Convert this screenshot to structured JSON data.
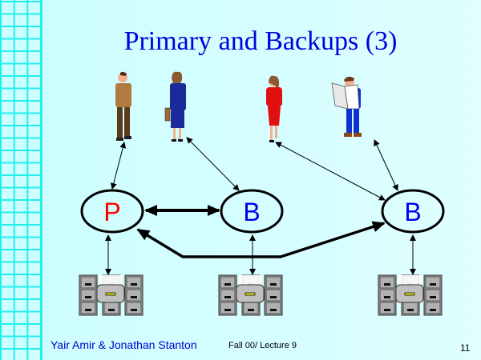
{
  "slide": {
    "title": "Primary and Backups (3)",
    "page_number": "11"
  },
  "footer": {
    "authors": "Yair Amir & Jonathan Stanton",
    "lecture": "Fall 00/ Lecture 9"
  },
  "nodes": [
    {
      "id": "primary",
      "label": "P",
      "role": "primary",
      "color": "#ff0000"
    },
    {
      "id": "backup-1",
      "label": "B",
      "role": "backup",
      "color": "#0000ee"
    },
    {
      "id": "backup-2",
      "label": "B",
      "role": "backup",
      "color": "#0000ee"
    }
  ],
  "clients": [
    {
      "id": "client-man-brown-suit",
      "connects_to": "primary"
    },
    {
      "id": "client-woman-blue-suit",
      "connects_to": "backup-1"
    },
    {
      "id": "client-woman-red-dress",
      "connects_to": "backup-2"
    },
    {
      "id": "client-man-newspaper",
      "connects_to": "backup-2"
    }
  ],
  "storage": [
    {
      "id": "storage-primary",
      "connects_to": "primary"
    },
    {
      "id": "storage-backup-1",
      "connects_to": "backup-1"
    },
    {
      "id": "storage-backup-2",
      "connects_to": "backup-2"
    }
  ],
  "links": [
    {
      "from": "primary",
      "to": "backup-1",
      "style": "thick-bidirectional"
    },
    {
      "from": "primary",
      "to": "backup-2",
      "style": "thick-bidirectional-routed"
    }
  ]
}
